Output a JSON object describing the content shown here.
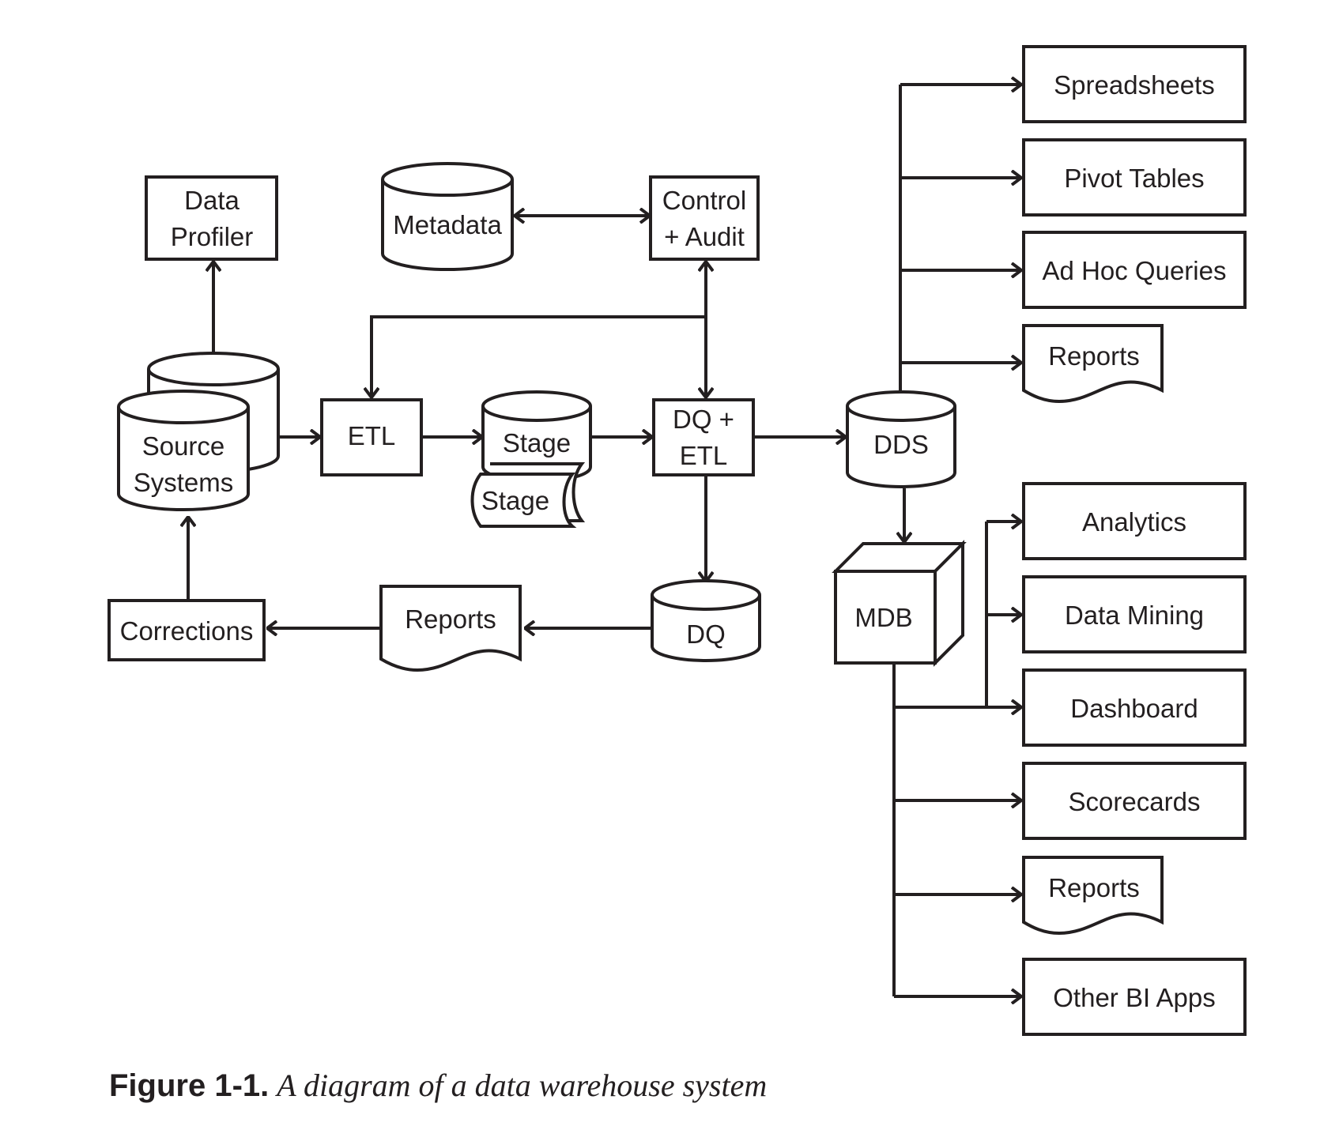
{
  "nodes": {
    "data_profiler": [
      "Data",
      "Profiler"
    ],
    "metadata": "Metadata",
    "control_audit": [
      "Control",
      "+ Audit"
    ],
    "source_systems": [
      "Source",
      "Systems"
    ],
    "etl": "ETL",
    "stage": "Stage",
    "stage_file": "Stage",
    "dq_etl": [
      "DQ +",
      "ETL"
    ],
    "dds": "DDS",
    "dq": "DQ",
    "reports_dq": "Reports",
    "corrections": "Corrections",
    "mdb": "MDB"
  },
  "dds_outputs": [
    "Spreadsheets",
    "Pivot Tables",
    "Ad Hoc Queries",
    "Reports"
  ],
  "mdb_outputs": [
    "Analytics",
    "Data Mining",
    "Dashboard",
    "Scorecards",
    "Reports",
    "Other BI Apps"
  ],
  "caption": {
    "label": "Figure 1-1.",
    "text": "A diagram of a data warehouse system"
  }
}
